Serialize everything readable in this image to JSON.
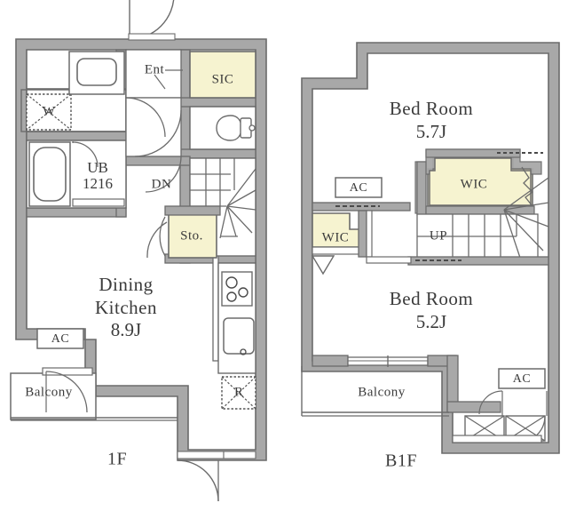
{
  "plan": {
    "title_1f": "1F",
    "title_b1f": "B1F",
    "colors": {
      "wall_fill": "#a8a8a8",
      "wall_stroke": "#6b6b6b",
      "closet_fill": "#f6f3d0",
      "line": "#6b6b6b",
      "text": "#3b3b3b",
      "background": "#ffffff"
    }
  },
  "floor_1f": {
    "label": "1F",
    "rooms": [
      {
        "name": "Dining",
        "name2": "Kitchen",
        "size": "8.9J"
      }
    ],
    "labels": {
      "entrance": "Ent",
      "shoes_closet": "SIC",
      "washer": "W",
      "unit_bath": "UB",
      "unit_bath_size": "1216",
      "stairs_down": "DN",
      "storage": "Sto.",
      "ac": "AC",
      "balcony": "Balcony",
      "refrigerator": "R",
      "dining_line1": "Dining",
      "dining_line2": "Kitchen",
      "dining_size": "8.9J"
    }
  },
  "floor_b1f": {
    "label": "B1F",
    "rooms": [
      {
        "name": "Bed Room",
        "size": "5.7J"
      },
      {
        "name": "Bed Room",
        "size": "5.2J"
      }
    ],
    "labels": {
      "bedroom1_name": "Bed Room",
      "bedroom1_size": "5.7J",
      "bedroom2_name": "Bed Room",
      "bedroom2_size": "5.2J",
      "wic_large": "WIC",
      "wic_small": "WIC",
      "stairs_up": "UP",
      "ac_left": "AC",
      "ac_right": "AC",
      "balcony": "Balcony"
    }
  }
}
